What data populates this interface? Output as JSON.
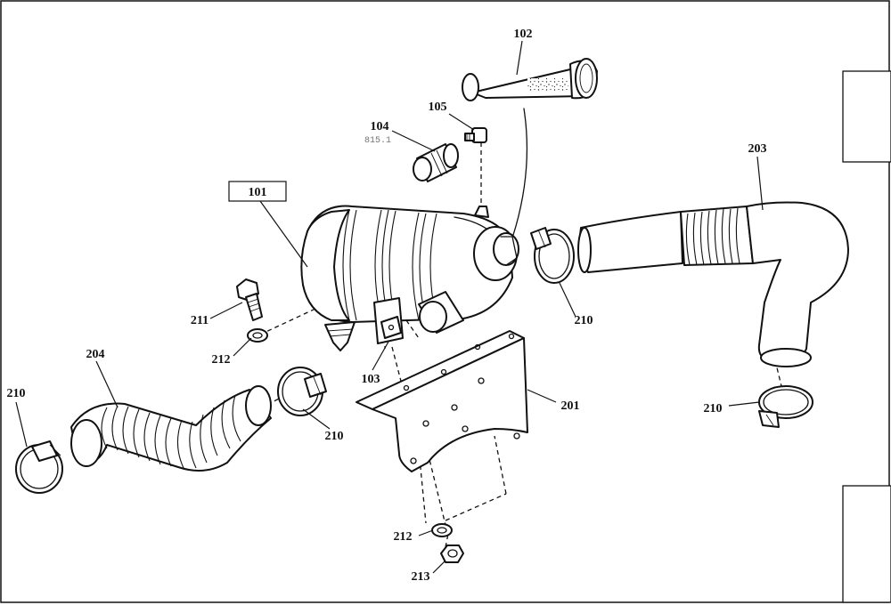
{
  "parts": {
    "p101": "101",
    "p102": "102",
    "p103": "103",
    "p104": "104",
    "p104_ref": "815.1",
    "p105": "105",
    "p201": "201",
    "p203": "203",
    "p204": "204",
    "p210_a": "210",
    "p210_b": "210",
    "p210_c": "210",
    "p210_d": "210",
    "p211": "211",
    "p212_a": "212",
    "p212_b": "212",
    "p213": "213"
  }
}
